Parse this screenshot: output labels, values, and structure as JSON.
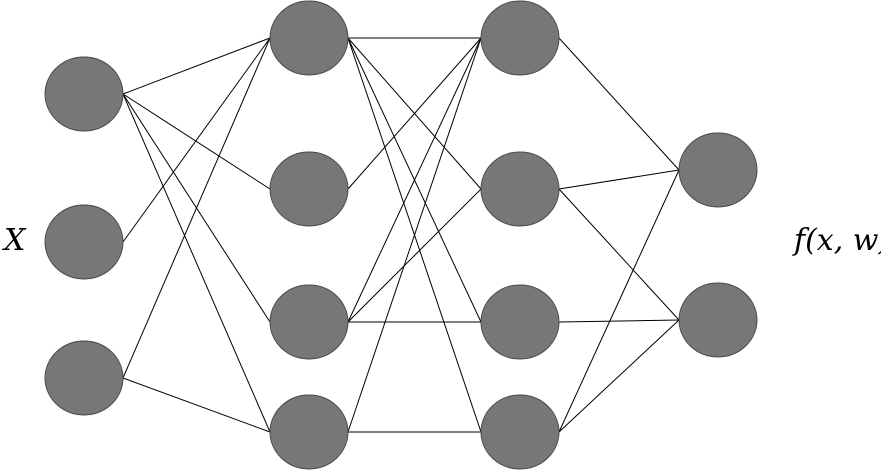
{
  "input_label": "X",
  "output_label": "f(x, w)",
  "node_color": "#777777",
  "layers": [
    {
      "name": "input",
      "count": 3
    },
    {
      "name": "hidden-1",
      "count": 4
    },
    {
      "name": "hidden-2",
      "count": 4
    },
    {
      "name": "output",
      "count": 2
    }
  ],
  "edges": [
    {
      "from": "input-1",
      "to": "hidden-1-1"
    },
    {
      "from": "input-1",
      "to": "hidden-1-2"
    },
    {
      "from": "input-1",
      "to": "hidden-1-3"
    },
    {
      "from": "input-1",
      "to": "hidden-1-4"
    },
    {
      "from": "input-2",
      "to": "hidden-1-1"
    },
    {
      "from": "input-3",
      "to": "hidden-1-1"
    },
    {
      "from": "input-3",
      "to": "hidden-1-4"
    },
    {
      "from": "hidden-1-1",
      "to": "hidden-2-1"
    },
    {
      "from": "hidden-1-1",
      "to": "hidden-2-2"
    },
    {
      "from": "hidden-1-1",
      "to": "hidden-2-3"
    },
    {
      "from": "hidden-1-1",
      "to": "hidden-2-4"
    },
    {
      "from": "hidden-1-2",
      "to": "hidden-2-1"
    },
    {
      "from": "hidden-1-3",
      "to": "hidden-2-1"
    },
    {
      "from": "hidden-1-3",
      "to": "hidden-2-2"
    },
    {
      "from": "hidden-1-3",
      "to": "hidden-2-3"
    },
    {
      "from": "hidden-1-4",
      "to": "hidden-2-1"
    },
    {
      "from": "hidden-1-4",
      "to": "hidden-2-4"
    },
    {
      "from": "hidden-2-1",
      "to": "output-1"
    },
    {
      "from": "hidden-2-2",
      "to": "output-1"
    },
    {
      "from": "hidden-2-2",
      "to": "output-2"
    },
    {
      "from": "hidden-2-3",
      "to": "output-2"
    },
    {
      "from": "hidden-2-4",
      "to": "output-1"
    },
    {
      "from": "hidden-2-4",
      "to": "output-2"
    }
  ]
}
